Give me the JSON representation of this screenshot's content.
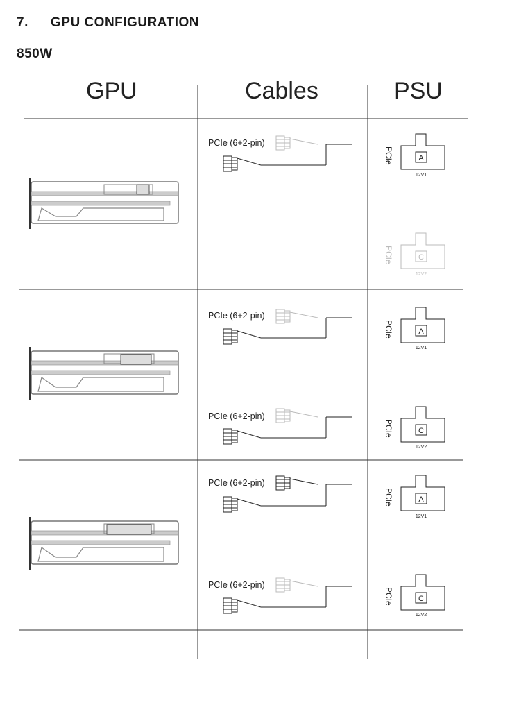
{
  "section": {
    "number": "7.",
    "title": "GPU CONFIGURATION"
  },
  "wattage": "850W",
  "columns": {
    "gpu": "GPU",
    "cables": "Cables",
    "psu": "PSU"
  },
  "rows": [
    {
      "cables": [
        {
          "label": "PCIe (6+2-pin)",
          "active": true
        }
      ],
      "psu": [
        {
          "side": "PCIe",
          "letter": "A",
          "rail": "12V1",
          "active": true
        },
        {
          "side": "PCIe",
          "letter": "C",
          "rail": "12V2",
          "active": false
        }
      ]
    },
    {
      "cables": [
        {
          "label": "PCIe (6+2-pin)",
          "active": true
        },
        {
          "label": "PCIe (6+2-pin)",
          "active": true
        }
      ],
      "psu": [
        {
          "side": "PCIe",
          "letter": "A",
          "rail": "12V1",
          "active": true
        },
        {
          "side": "PCIe",
          "letter": "C",
          "rail": "12V2",
          "active": true
        }
      ]
    },
    {
      "cables": [
        {
          "label": "PCIe (6+2-pin)",
          "active": true
        },
        {
          "label": "PCIe (6+2-pin)",
          "active": true
        }
      ],
      "psu": [
        {
          "side": "PCIe",
          "letter": "A",
          "rail": "12V1",
          "active": true
        },
        {
          "side": "PCIe",
          "letter": "C",
          "rail": "12V2",
          "active": true
        }
      ]
    }
  ]
}
